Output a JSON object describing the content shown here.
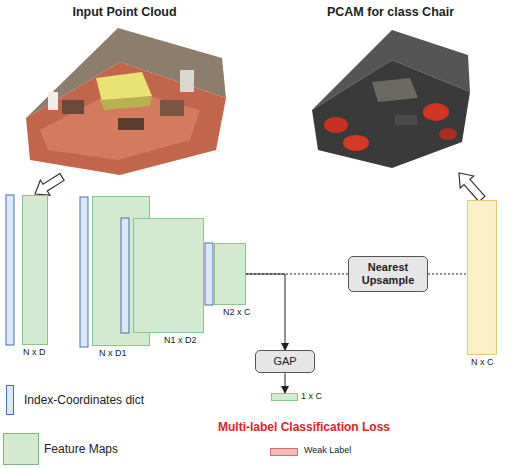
{
  "diagram": {
    "nodes": [
      {
        "text": [
          "Input Point Cloud"
        ]
      },
      {
        "text": [
          "PCAM for class Chair"
        ]
      },
      {
        "text": [
          "N x D"
        ]
      },
      {
        "text": [
          "N x D1"
        ]
      },
      {
        "text": [
          "N1 x D2"
        ]
      },
      {
        "text": [
          "N2 x C"
        ]
      },
      {
        "text": [
          "GAP"
        ]
      },
      {
        "text": [
          "1 x C"
        ]
      },
      {
        "text": [
          "Nearest Upsample"
        ]
      },
      {
        "text": [
          "N x C"
        ]
      }
    ],
    "edges": [
      {
        "from": 0,
        "to": 2,
        "arrow": "to"
      },
      {
        "from": 9,
        "to": 1,
        "arrow": "to"
      },
      {
        "from": 5,
        "to": 6,
        "arrow": "to"
      },
      {
        "from": 5,
        "to": 8,
        "arrow": "none"
      },
      {
        "from": 8,
        "to": 9,
        "arrow": "none"
      },
      {
        "from": 6,
        "to": 7,
        "arrow": "to"
      }
    ],
    "labels": [
      "Multi-label Classification Loss"
    ],
    "legend": [
      {
        "text": "Index-Coordinates dict",
        "color": "#dce8f7"
      },
      {
        "text": "Feature Maps",
        "color": "#d3ead0"
      },
      {
        "text": "Weak Label",
        "color": "#f6b9b9"
      }
    ]
  }
}
